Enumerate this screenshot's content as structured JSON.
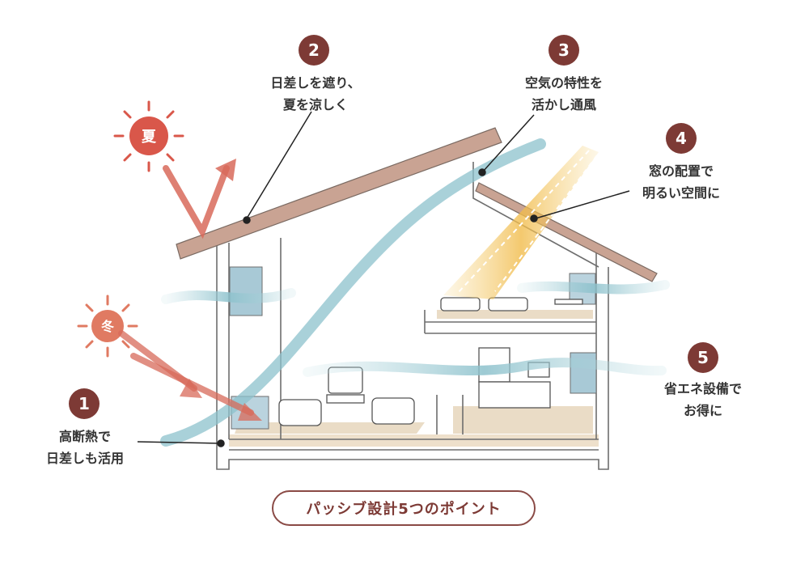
{
  "title": "パッシブ設計5つのポイント",
  "suns": {
    "summer": "夏",
    "winter": "冬"
  },
  "points": [
    {
      "number": "1",
      "line1": "高断熱で",
      "line2": "日差しも活用"
    },
    {
      "number": "2",
      "line1": "日差しを遮り、",
      "line2": "夏を涼しく"
    },
    {
      "number": "3",
      "line1": "空気の特性を",
      "line2": "活かし通風"
    },
    {
      "number": "4",
      "line1": "窓の配置で",
      "line2": "明るい空間に"
    },
    {
      "number": "5",
      "line1": "省エネ設備で",
      "line2": "お得に"
    }
  ],
  "colors": {
    "badge": "#7d3a35",
    "summer_sun": "#d9574a",
    "winter_sun": "#e07a62",
    "sun_arrow": "#d86a5a",
    "wind": "#9ccad3",
    "light": "#f3c35a",
    "roof": "#c9a393",
    "floor": "#eadcc6"
  }
}
